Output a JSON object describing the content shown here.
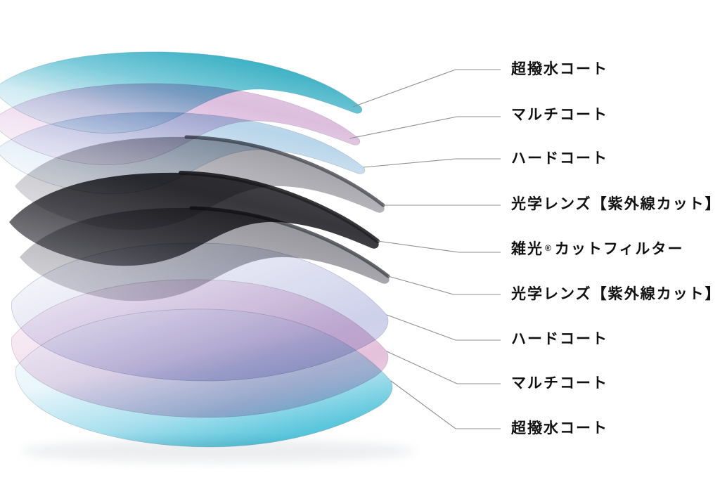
{
  "page": {
    "background_color": "#ffffff",
    "label_text_color": "#111111",
    "leader_line_color": "#8f8f8f"
  },
  "diagram": {
    "layers": [
      {
        "label": "超撥水コート",
        "color": "#27a9be"
      },
      {
        "label": "マルチコート",
        "color": "#d7b3d8"
      },
      {
        "label": "ハードコート",
        "color": "#accee6"
      },
      {
        "label": "光学レンズ【紫外線カット】",
        "color": "#8d8d95"
      },
      {
        "label": "雑光®カットフィルター",
        "label_pre": "雑光",
        "label_reg": "®",
        "label_post": "カットフィルター",
        "color": "#26262b"
      },
      {
        "label": "光学レンズ【紫外線カット】",
        "color": "#7e7e86"
      },
      {
        "label": "ハードコート",
        "color": "#c9cce8"
      },
      {
        "label": "マルチコート",
        "color": "#e2bcd9"
      },
      {
        "label": "超撥水コート",
        "color": "#4fc3da"
      }
    ]
  }
}
